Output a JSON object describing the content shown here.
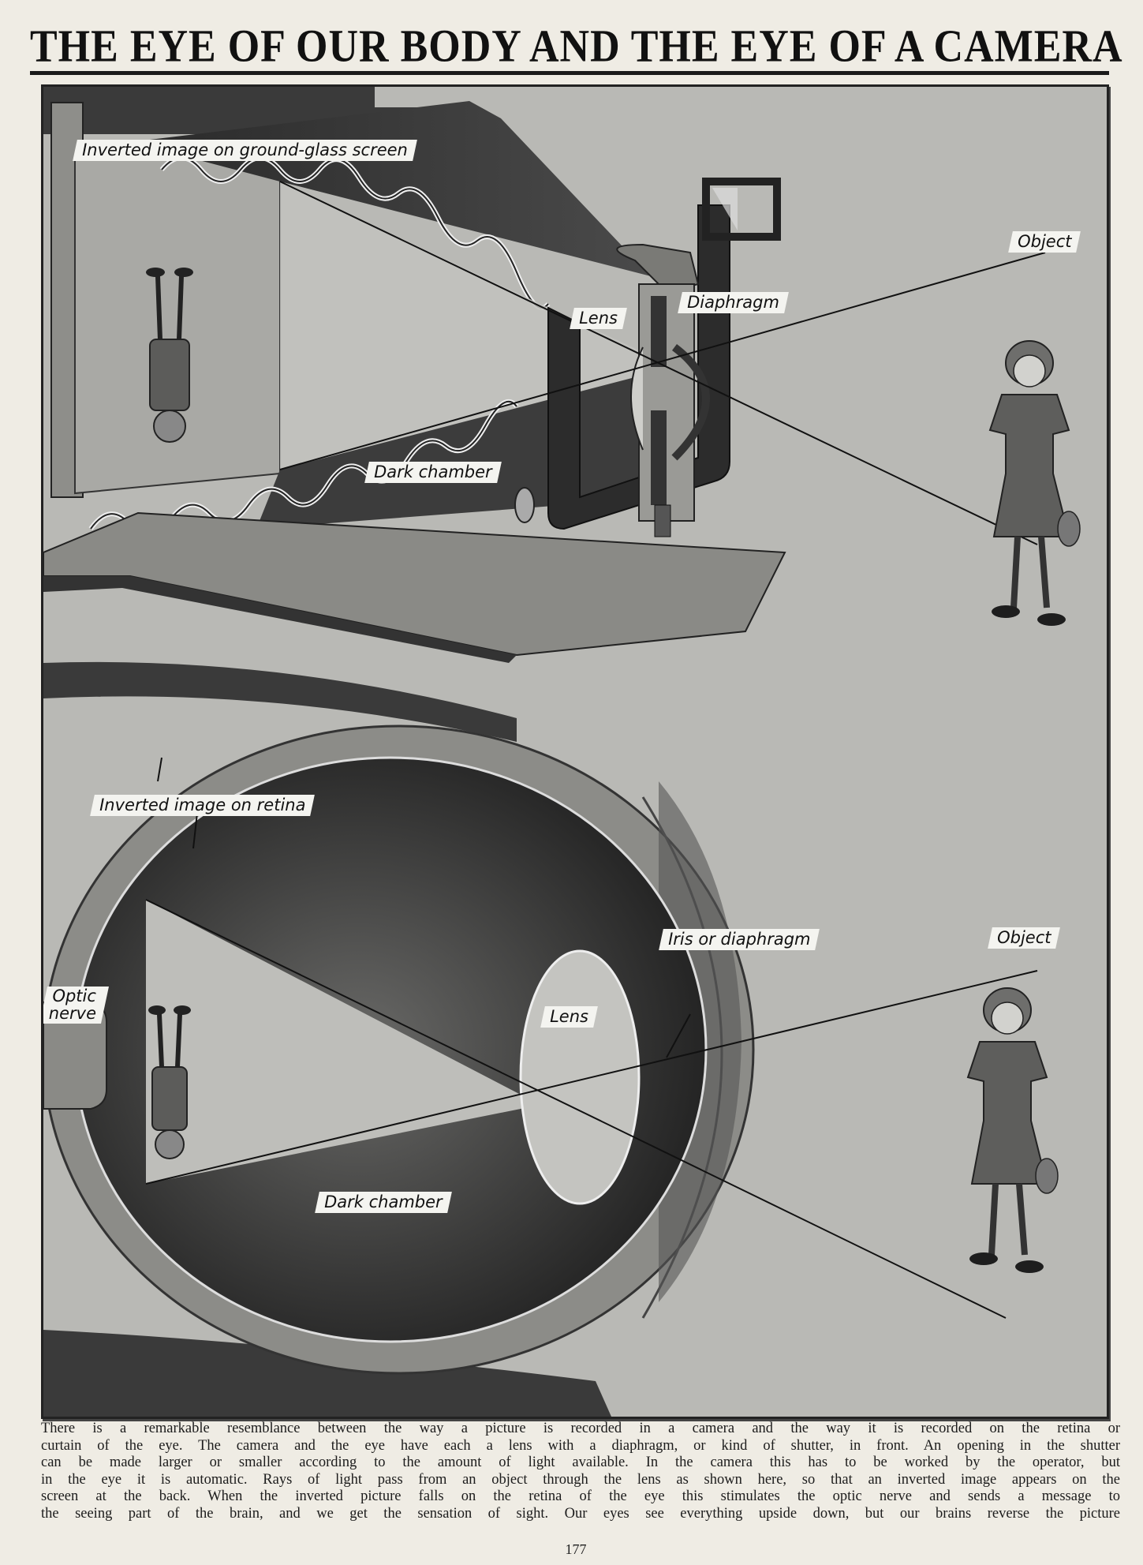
{
  "page": {
    "title": "THE EYE OF OUR BODY AND THE EYE OF A CAMERA",
    "page_number": "177"
  },
  "camera_diagram": {
    "labels": {
      "inverted_image": "Inverted image on ground-glass screen",
      "lens": "Lens",
      "diaphragm": "Diaphragm",
      "object": "Object",
      "dark_chamber": "Dark chamber"
    }
  },
  "eye_diagram": {
    "labels": {
      "inverted_image": "Inverted image on retina",
      "iris": "Iris or diaphragm",
      "object": "Object",
      "optic_nerve_line1": "Optic",
      "optic_nerve_line2": "nerve",
      "lens": "Lens",
      "dark_chamber": "Dark chamber"
    }
  },
  "caption": {
    "lines": [
      "There is a remarkable resemblance between the way a picture is recorded in a camera and the way it is recorded on the retina or",
      "curtain of the eye.  The camera and the eye have each a lens with a diaphragm, or kind of shutter, in front.  An opening in the shutter",
      "can be made larger or smaller according to the amount of light available.  In the camera this has to be worked by the operator, but",
      "in the eye it is automatic.  Rays of light pass from an object through the lens as shown here, so that an inverted image appears on the",
      "screen at the back.  When the inverted picture falls on the retina of the eye this stimulates the optic nerve and sends a message to",
      "the seeing part of the brain, and we get the sensation of sight.  Our eyes see everything upside down, but our brains reverse the picture"
    ]
  },
  "colors": {
    "paper": "#efece4",
    "plate_background": "#b9b9b5",
    "ink": "#1a1a1a",
    "label_background": "#f4f4f0"
  }
}
